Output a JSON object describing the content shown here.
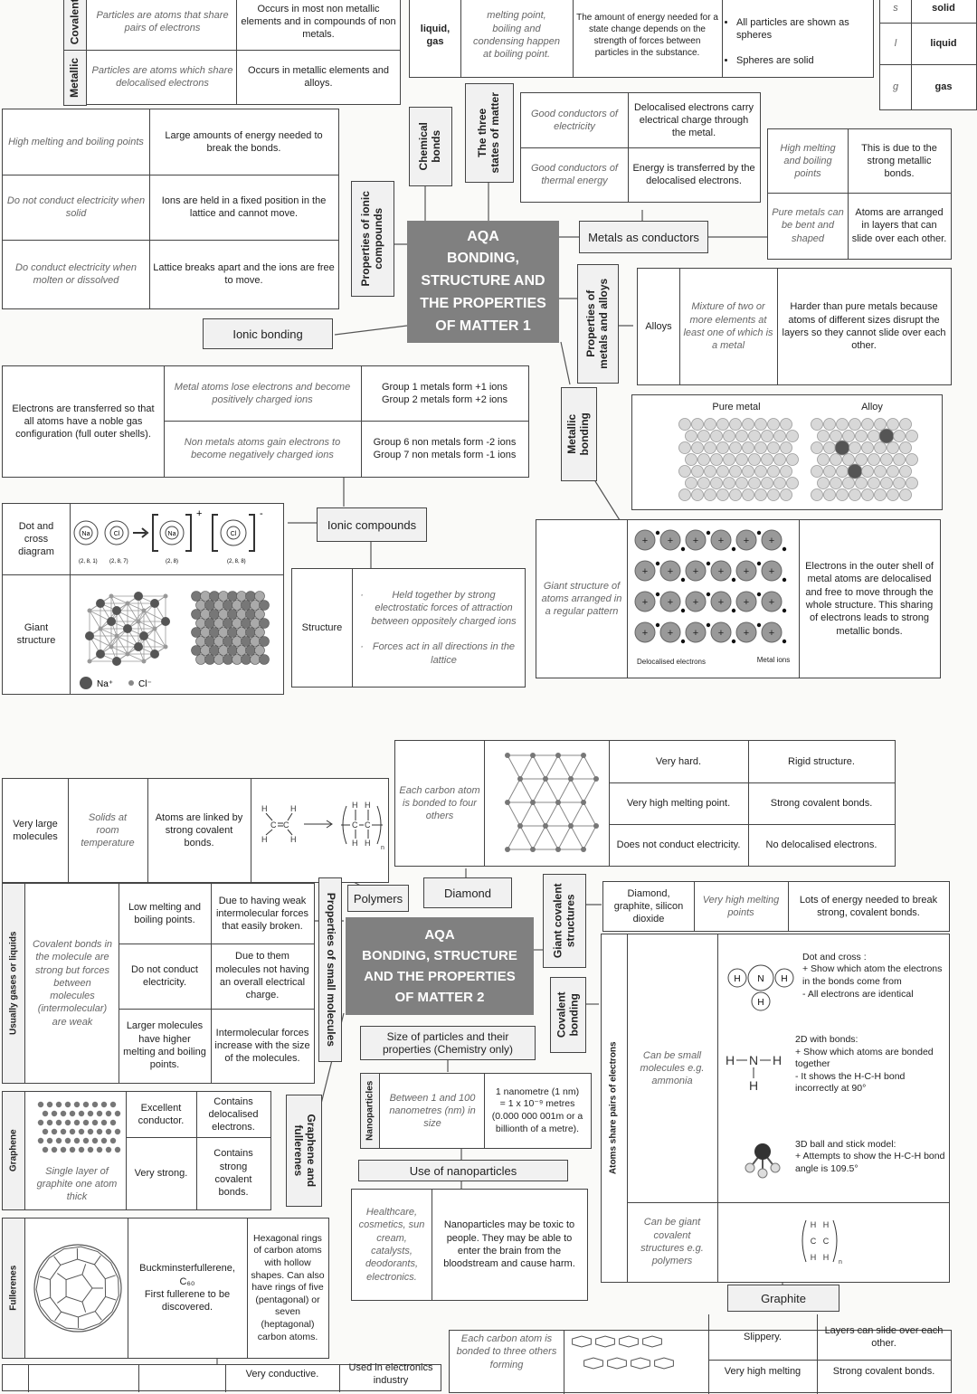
{
  "s1": {
    "hub": "AQA\nBONDING,\nSTRUCTURE AND\nTHE PROPERTIES\nOF MATTER 1",
    "labels": {
      "chemical_bonds": "Chemical\nbonds",
      "three_states": "The three\nstates of matter",
      "props_ionic": "Properties of ionic\ncompounds",
      "metals_conductors": "Metals as conductors",
      "props_metals": "Properties of\nmetals and alloys",
      "ionic_bonding": "Ionic bonding",
      "metallic_bonding": "Metallic\nbonding",
      "ionic_compounds": "Ionic compounds",
      "covalent": "Covalent",
      "metallic": "Metallic",
      "alloys": "Alloys"
    },
    "bonds_table": [
      {
        "left": "Particles are atoms that share pairs of electrons",
        "right": "Occurs in most non metallic elements and in compounds of non metals."
      },
      {
        "left": "Particles are atoms which share delocalised electrons",
        "right": "Occurs in metallic elements and alloys."
      }
    ],
    "states_top": {
      "c1": "liquid,\ngas",
      "c2": "melting point,\nboiling and\ncondensing happen\nat boiling point.",
      "c3": "The amount of energy needed for a state change depends on the strength of forces between particles in the substance.",
      "c4_title": "model",
      "c4_items": [
        "All particles are shown as spheres",
        "Spheres are solid"
      ]
    },
    "state_symbols": [
      {
        "sym": "s",
        "name": "solid"
      },
      {
        "sym": "l",
        "name": "liquid"
      },
      {
        "sym": "g",
        "name": "gas"
      }
    ],
    "ionic_props": [
      {
        "left": "High melting and boiling points",
        "right": "Large amounts of energy needed to break the bonds."
      },
      {
        "left": "Do not conduct electricity when solid",
        "right": "Ions are held in a fixed position in the lattice and cannot move."
      },
      {
        "left": "Do conduct electricity when molten or dissolved",
        "right": "Lattice breaks apart and the ions are free to move."
      }
    ],
    "conductors": [
      {
        "left": "Good conductors of electricity",
        "right": "Delocalised electrons carry electrical charge through the metal."
      },
      {
        "left": "Good conductors of thermal energy",
        "right": "Energy is transferred by the delocalised electrons."
      }
    ],
    "metal_props": [
      {
        "left": "High melting and boiling points",
        "right": "This is due to the strong metallic bonds."
      },
      {
        "left": "Pure metals can be bent and shaped",
        "right": "Atoms are arranged in layers that can slide over each other."
      }
    ],
    "alloys": {
      "left": "Mixture of two or more elements at least one of which is a metal",
      "right": "Harder than pure metals because atoms of different sizes disrupt the layers so they cannot slide over each other."
    },
    "pure_metal": "Pure metal",
    "alloy": "Alloy",
    "ionic_table": {
      "left": "Electrons are transferred so that all atoms have a noble gas configuration (full outer shells).",
      "rows": [
        {
          "mid": "Metal atoms lose electrons and become positively charged ions",
          "right": "Group 1 metals form +1 ions\nGroup 2 metals form +2 ions"
        },
        {
          "mid": "Non metals atoms gain electrons to become negatively charged ions",
          "right": "Group 6 non metals form -2 ions\nGroup 7 non metals form -1 ions"
        }
      ]
    },
    "dot_cross": {
      "label": "Dot and\ncross\ndiagram",
      "na": "Na",
      "cl": "Cl",
      "plus": "+",
      "minus": "-",
      "cfg": [
        "(2, 8, 1)",
        "(2, 8, 7)",
        "(2, 8)",
        "(2, 8, 8)"
      ]
    },
    "giant_structure": {
      "label": "Giant\nstructure",
      "na": "Na⁺",
      "cl": "Cl⁻"
    },
    "structure": {
      "label": "Structure",
      "items": [
        "Held together by strong electrostatic forces of attraction between oppositely charged ions",
        "Forces act in all directions in the lattice"
      ]
    },
    "metallic": {
      "left": "Giant structure of atoms arranged in a regular pattern",
      "right": "Electrons in the outer shell of metal atoms are delocalised and free to move through the whole structure. This sharing of electrons leads to strong metallic bonds.",
      "deloc": "Delocalised electrons",
      "metal_ions": "Metal ions"
    }
  },
  "s2": {
    "hub": "AQA\nBONDING, STRUCTURE\nAND THE PROPERTIES\nOF MATTER 2",
    "labels": {
      "polymers": "Polymers",
      "diamond": "Diamond",
      "giant_covalent": "Giant covalent\nstructures",
      "covalent_bonding": "Covalent\nbonding",
      "props_small": "Properties of small molecules",
      "size_particles": "Size of particles and their\nproperties (Chemistry only)",
      "graphene_fullerenes": "Graphene and\nfullerenes",
      "nanoparticles": "Nanoparticles",
      "use_nano": "Use of nanoparticles",
      "graphite": "Graphite",
      "usually": "Usually gases or liquids",
      "graphene": "Graphene",
      "fullerenes": "Fullerenes",
      "atoms_share": "Atoms share pairs of electrons"
    },
    "polymers": {
      "c1": "Very large\nmolecules",
      "c2": "Solids at\nroom\ntemperature",
      "c3": "Atoms are linked by strong covalent bonds.",
      "h": "H",
      "c": "C",
      "n": "n"
    },
    "diamond": {
      "desc": "Each carbon atom is bonded to four others",
      "rows": [
        {
          "left": "Very hard.",
          "right": "Rigid structure."
        },
        {
          "left": "Very high melting point.",
          "right": "Strong covalent bonds."
        },
        {
          "left": "Does not conduct electricity.",
          "right": "No delocalised electrons."
        }
      ]
    },
    "giant": {
      "c1": "Diamond,\ngraphite, silicon\ndioxide",
      "c2": "Very high melting points",
      "c3": "Lots of energy needed to break strong, covalent bonds."
    },
    "small": {
      "left": "Covalent bonds in the molecule are strong but forces between molecules (intermolecular) are weak",
      "rows": [
        {
          "a": "Low melting and boiling points.",
          "b": "Due to having weak intermolecular forces that easily broken."
        },
        {
          "a": "Do not conduct electricity.",
          "b": "Due to them molecules not having an overall electrical charge."
        },
        {
          "a": "Larger molecules have higher melting and boiling points.",
          "b": "Intermolecular forces increase with the size of the molecules."
        }
      ]
    },
    "covalent": {
      "small": "Can be small molecules e.g. ammonia",
      "giant": "Can be giant covalent structures e.g. polymers",
      "dot_cross": "Dot and cross :\n+ Show which atom the electrons in the bonds come from\n- All electrons are identical",
      "two_d": "2D with bonds:\n+ Show which atoms are bonded together\n- It shows the H-C-H bond incorrectly at 90°",
      "three_d": "3D ball and stick model:\n+ Attempts to show the H-C-H bond angle is 109.5°",
      "h": "H",
      "n": "N"
    },
    "graphene": {
      "desc": "Single layer of graphite one atom thick",
      "rows": [
        {
          "left": "Excellent conductor.",
          "right": "Contains delocalised electrons."
        },
        {
          "left": "Very strong.",
          "right": "Contains strong covalent bonds."
        }
      ]
    },
    "nano": {
      "left": "Between 1 and 100 nanometres (nm) in size",
      "right": "1 nanometre (1 nm)\n= 1 x 10⁻⁹ metres\n(0.000 000 001m or a billionth of a metre)."
    },
    "use": {
      "left": "Healthcare, cosmetics, sun cream, catalysts, deodorants, electronics.",
      "right": "Nanoparticles may be toxic to people. They may be able to enter the brain from the bloodstream and cause harm."
    },
    "fullerenes": {
      "mid": "Buckminsterfullerene,\nC₆₀\nFirst fullerene to be discovered.",
      "right": "Hexagonal rings of carbon atoms with hollow shapes. Can also have rings of five (pentagonal) or seven (heptagonal) carbon atoms."
    },
    "bottom": {
      "a": "Very conductive.",
      "b": "Used in electronics industry",
      "graphite_desc": "Each carbon atom is bonded to three others forming",
      "r1_left": "Slippery.",
      "r1_right": "Layers can slide over each other.",
      "r2_left": "Very high melting",
      "r2_right": "Strong covalent bonds."
    }
  }
}
